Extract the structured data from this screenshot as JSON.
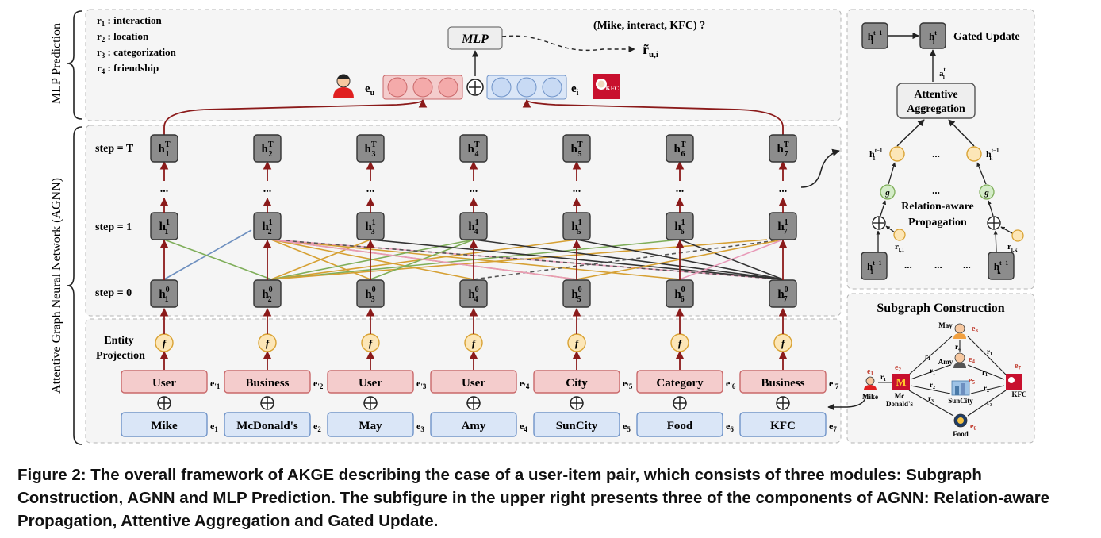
{
  "figure": {
    "caption": "Figure 2: The overall framework of AKGE describing the case of a user-item pair, which consists of three modules: Subgraph Construction, AGNN and MLP Prediction. The subfigure in the upper right presents three of the components of AGNN: Relation-aware Propagation, Attentive Aggregation and Gated Update.",
    "labels": {
      "mlp_prediction": "MLP Prediction",
      "agnn": "Attentive Graph Neural Network (AGNN)",
      "mlp": "MLP",
      "query": "(Mike, interact, KFC) ?",
      "r_hat": "r̃",
      "r_hat_sub": "u,i",
      "e": "e",
      "e_u_sub": "u",
      "e_i_sub": "i",
      "oplus": "⊕",
      "step_T": "step = T",
      "step_1": "step = 1",
      "step_0": "step = 0",
      "dots": "...",
      "entity_projection_1": "Entity",
      "entity_projection_2": "Projection",
      "f": "f",
      "h": "h",
      "kfc_logo": "KFC"
    },
    "relations": [
      {
        "id": "1",
        "name": "interaction"
      },
      {
        "id": "2",
        "name": "location"
      },
      {
        "id": "3",
        "name": "categorization"
      },
      {
        "id": "4",
        "name": "friendship"
      }
    ],
    "columns": [
      {
        "index": "1",
        "type": "User",
        "entity": "Mike"
      },
      {
        "index": "2",
        "type": "Business",
        "entity": "McDonald's"
      },
      {
        "index": "3",
        "type": "User",
        "entity": "May"
      },
      {
        "index": "4",
        "type": "User",
        "entity": "Amy"
      },
      {
        "index": "5",
        "type": "City",
        "entity": "SunCity"
      },
      {
        "index": "6",
        "type": "Category",
        "entity": "Food"
      },
      {
        "index": "7",
        "type": "Business",
        "entity": "KFC"
      }
    ],
    "right_panel": {
      "gated_update": "Gated Update",
      "attentive_1": "Attentive",
      "attentive_2": "Aggregation",
      "relation_aware_1": "Relation-aware",
      "relation_aware_2": "Propagation",
      "g": "g",
      "sup_t": "t",
      "sup_tm1": "t−1",
      "sub_l": "l",
      "sub_k": "k",
      "r_l1": "r",
      "r_l1_sub": "l,1",
      "r_lk_sub": "l,k",
      "a_lt": "a",
      "dots": "..."
    },
    "subgraph": {
      "title": "Subgraph Construction",
      "nodes": [
        {
          "label": "Mike",
          "id": "1"
        },
        {
          "label": "Mc",
          "label2": "Donald's",
          "id": "2"
        },
        {
          "label": "May",
          "id": "3"
        },
        {
          "label": "Amy",
          "id": "4"
        },
        {
          "label": "SunCity",
          "id": "5"
        },
        {
          "label": "Food",
          "id": "6"
        },
        {
          "label": "KFC",
          "id": "7"
        }
      ]
    }
  },
  "colors": {
    "dark_red": "#8b1a1a",
    "pink_fill": "#f4cccc",
    "pink_stroke": "#c9686a",
    "blue_fill": "#dae6f7",
    "blue_stroke": "#6f93c8",
    "gray_node": "#8c8c8c",
    "orange_fill": "#fce6b7",
    "orange_stroke": "#d9a233",
    "edge_green": "#7fae5a",
    "edge_orange": "#d6a033",
    "edge_black": "#333333",
    "edge_pink": "#e89ab8",
    "edge_blue": "#6d8fbf",
    "label_red": "#c0392b"
  }
}
